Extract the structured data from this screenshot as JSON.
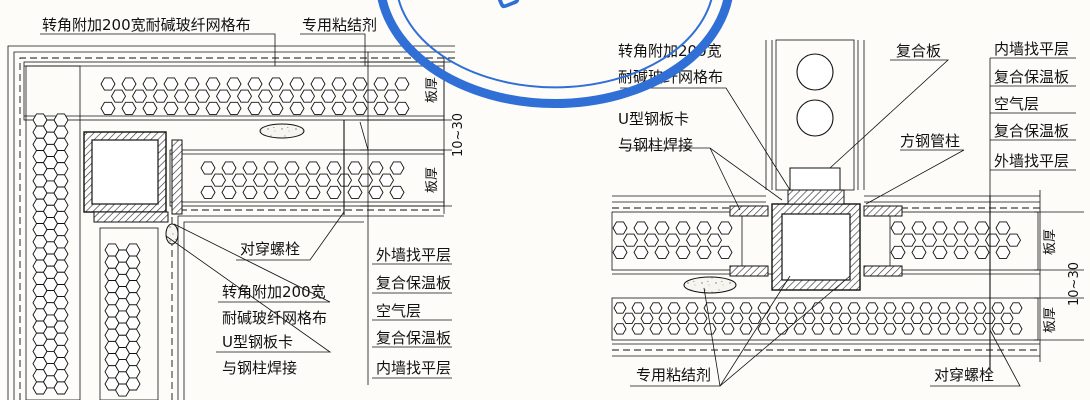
{
  "left_detail": {
    "labels": {
      "corner_mesh_top": "转角附加200宽耐碱玻纤网格布",
      "adhesive": "专用粘结剂",
      "through_bolt": "对穿螺栓",
      "corner_mesh_line1": "转角附加200宽",
      "corner_mesh_line2": "耐碱玻纤网格布",
      "u_clip_line1": "U型钢板卡",
      "u_clip_line2": "与钢柱焊接"
    },
    "layers": [
      "外墙找平层",
      "复合保温板",
      "空气层",
      "复合保温板",
      "内墙找平层"
    ],
    "dims": {
      "board_thick_1": "板厚",
      "gap": "10~30",
      "board_thick_2": "板厚"
    }
  },
  "right_detail": {
    "labels": {
      "corner_mesh_line1": "转角附加200宽",
      "corner_mesh_line2": "耐碱玻纤网格布",
      "composite_board": "复合板",
      "u_clip_line1": "U型钢板卡",
      "u_clip_line2": "与钢柱焊接",
      "square_column": "方钢管柱",
      "adhesive": "专用粘结剂",
      "through_bolt": "对穿螺栓"
    },
    "layers": [
      "内墙找平层",
      "复合保温板",
      "空气层",
      "复合保温板",
      "外墙找平层"
    ],
    "dims": {
      "board_thick_1": "板厚",
      "gap": "10~30",
      "board_thick_2": "板厚"
    }
  },
  "stamp": {
    "color": "#2f6fd6"
  }
}
